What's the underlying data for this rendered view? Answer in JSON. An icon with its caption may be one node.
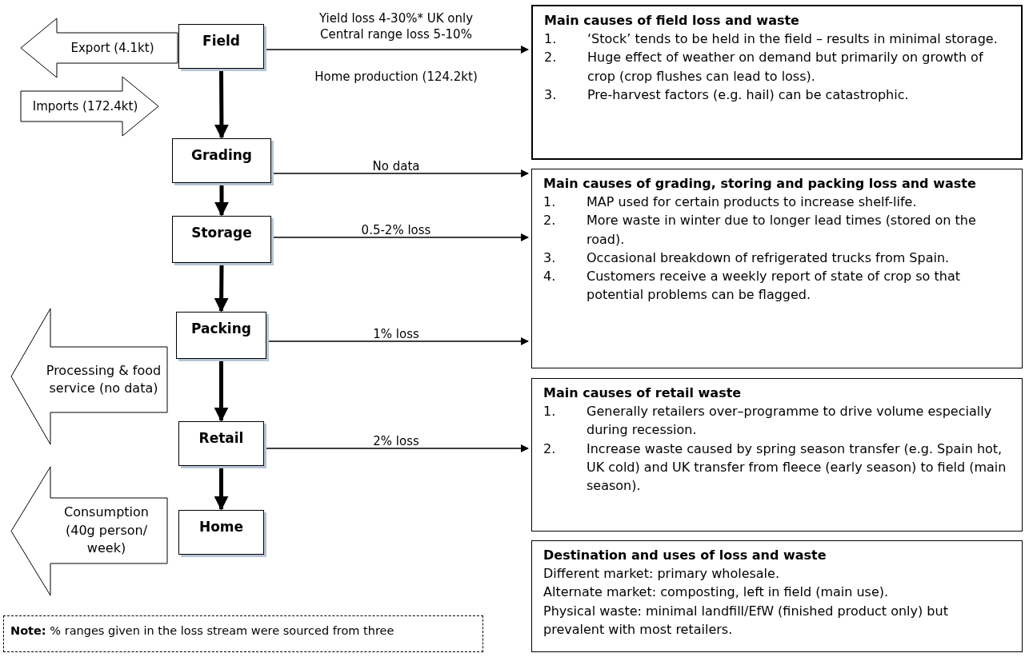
{
  "diagram": {
    "nodes": [
      {
        "text": [
          "Field"
        ]
      },
      {
        "text": [
          "Grading"
        ]
      },
      {
        "text": [
          "Storage"
        ]
      },
      {
        "text": [
          "Packing"
        ]
      },
      {
        "text": [
          "Retail"
        ]
      },
      {
        "text": [
          "Home"
        ]
      },
      {
        "text": [
          "Processing & food service (no data)"
        ]
      },
      {
        "text": [
          "Consumption (40g person/ week)"
        ]
      },
      {
        "text": [
          "Main causes of field loss and waste",
          "1. ‘Stock’ tends to be held in the field – results in minimal storage.",
          "2. Huge effect of weather on demand but primarily on growth of crop (crop flushes can lead to loss).",
          "3. Pre-harvest factors (e.g. hail) can be catastrophic."
        ]
      },
      {
        "text": [
          "Main causes of grading, storing and packing loss and waste",
          "1. MAP used for certain products to increase shelf-life.",
          "2. More waste in winter due to longer lead times (stored on the road).",
          "3. Occasional breakdown of refrigerated trucks from Spain.",
          "4. Customers receive a weekly report of state of crop so that potential problems can be flagged."
        ]
      },
      {
        "text": [
          "Main causes of retail waste",
          "1. Generally retailers over–programme to drive volume especially during recession.",
          "2. Increase waste caused by spring season transfer (e.g. Spain hot, UK cold) and UK transfer from fleece (early season) to field (main season)."
        ]
      },
      {
        "text": [
          "Destination and uses of loss and waste",
          "Different market: primary wholesale.",
          "Alternate market: composting, left in field (main use).",
          "Physical waste: minimal landfill/EfW (finished product only) but prevalent with most retailers."
        ]
      },
      {
        "text": [
          "**Note:** % ranges given in the loss stream were sourced from three"
        ]
      }
    ],
    "edges": [
      {
        "from": 0,
        "to": 1,
        "arrow": "to",
        "style": "thick"
      },
      {
        "from": 1,
        "to": 2,
        "arrow": "to",
        "style": "thick"
      },
      {
        "from": 2,
        "to": 3,
        "arrow": "to",
        "style": "thick"
      },
      {
        "from": 3,
        "to": 4,
        "arrow": "to",
        "style": "thick"
      },
      {
        "from": 4,
        "to": 5,
        "arrow": "to",
        "style": "thick"
      },
      {
        "from": 0,
        "to": 8,
        "arrow": "to",
        "label": "Yield loss 4-30%* UK only Central range loss 5-10%"
      },
      {
        "from": 1,
        "to": 9,
        "arrow": "to",
        "label": "No data"
      },
      {
        "from": 2,
        "to": 9,
        "arrow": "to",
        "label": "0.5-2% loss"
      },
      {
        "from": 3,
        "to": 9,
        "arrow": "to",
        "label": "1% loss"
      },
      {
        "from": 4,
        "to": 10,
        "arrow": "to",
        "label": "2% loss"
      },
      {
        "from": 0,
        "to": null,
        "arrow": "to",
        "label": "Export (4.1kt)"
      },
      {
        "from": null,
        "to": 0,
        "arrow": "to",
        "label": "Imports (172.4kt)"
      }
    ],
    "labels": [
      "Home production (124.2kt)"
    ]
  }
}
